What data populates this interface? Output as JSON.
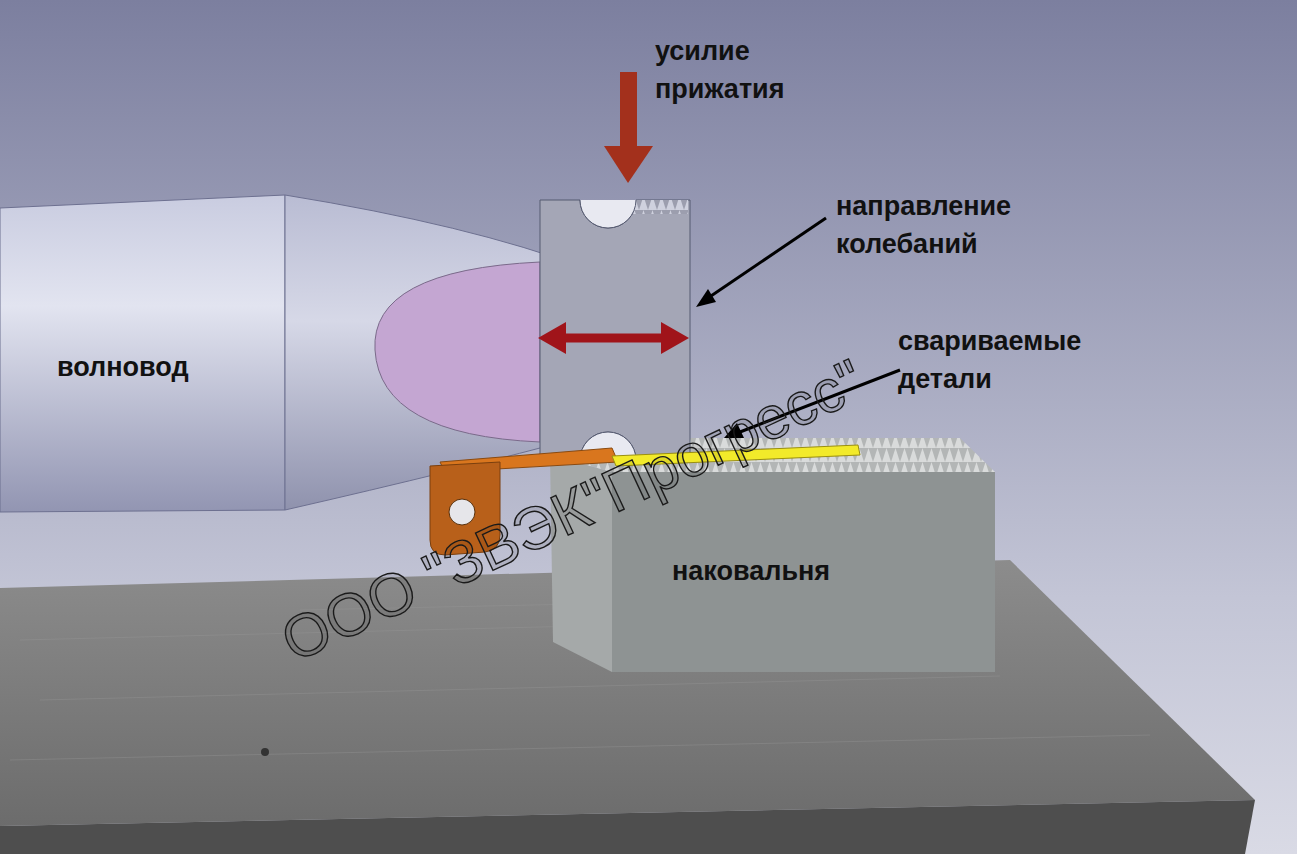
{
  "diagram": {
    "labels": [
      "усилие прижатия",
      "направление колебаний",
      "свариваемые детали",
      "волновод",
      "наковальня",
      "ООО \"ЗВЭК\"Прогресс\""
    ]
  }
}
